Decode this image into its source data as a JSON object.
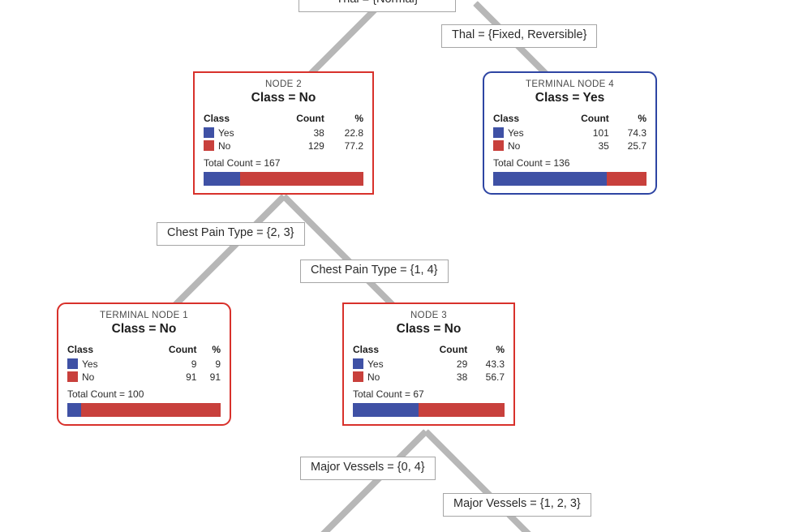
{
  "diagram": {
    "type": "decision-tree",
    "colors": {
      "yes": "#3f51a5",
      "no": "#c8403c",
      "node_border_red": "#d8312b",
      "node_border_blue": "#2e45a3",
      "edge_line": "#b7b7b7",
      "label_border": "#a6a6a6",
      "background": "#ffffff"
    },
    "columns": {
      "class": "Class",
      "count": "Count",
      "pct": "%"
    },
    "total_label_prefix": "Total Count = "
  },
  "edge_labels": [
    {
      "id": "thal-normal",
      "text": "Thal = {Normal}"
    },
    {
      "id": "thal-fixed-rev",
      "text": "Thal = {Fixed, Reversible}"
    },
    {
      "id": "cp-2-3",
      "text": "Chest Pain Type = {2, 3}"
    },
    {
      "id": "cp-1-4",
      "text": "Chest Pain Type = {1, 4}"
    },
    {
      "id": "mv-0-4",
      "text": "Major Vessels = {0, 4}"
    },
    {
      "id": "mv-1-2-3",
      "text": "Major Vessels = {1, 2, 3}"
    }
  ],
  "nodes": [
    {
      "id": "node-2",
      "title": "NODE 2",
      "class_line": "Class = No",
      "terminal": false,
      "rows": [
        {
          "label": "Yes",
          "swatch": "yes",
          "count": "38",
          "pct": "22.8"
        },
        {
          "label": "No",
          "swatch": "no",
          "count": "129",
          "pct": "77.2"
        }
      ],
      "total_count": "167",
      "total_text": "Total Count = 167",
      "bar": {
        "yes_pct": 22.8,
        "no_pct": 77.2
      }
    },
    {
      "id": "terminal-node-4",
      "title": "TERMINAL NODE 4",
      "class_line": "Class = Yes",
      "terminal": true,
      "rows": [
        {
          "label": "Yes",
          "swatch": "yes",
          "count": "101",
          "pct": "74.3"
        },
        {
          "label": "No",
          "swatch": "no",
          "count": "35",
          "pct": "25.7"
        }
      ],
      "total_count": "136",
      "total_text": "Total Count = 136",
      "bar": {
        "yes_pct": 74.3,
        "no_pct": 25.7
      }
    },
    {
      "id": "terminal-node-1",
      "title": "TERMINAL NODE 1",
      "class_line": "Class = No",
      "terminal": true,
      "rows": [
        {
          "label": "Yes",
          "swatch": "yes",
          "count": "9",
          "pct": "9"
        },
        {
          "label": "No",
          "swatch": "no",
          "count": "91",
          "pct": "91"
        }
      ],
      "total_count": "100",
      "total_text": "Total Count = 100",
      "bar": {
        "yes_pct": 9,
        "no_pct": 91
      }
    },
    {
      "id": "node-3",
      "title": "NODE 3",
      "class_line": "Class = No",
      "terminal": false,
      "rows": [
        {
          "label": "Yes",
          "swatch": "yes",
          "count": "29",
          "pct": "43.3"
        },
        {
          "label": "No",
          "swatch": "no",
          "count": "38",
          "pct": "56.7"
        }
      ],
      "total_count": "67",
      "total_text": "Total Count = 67",
      "bar": {
        "yes_pct": 43.3,
        "no_pct": 56.7
      }
    }
  ]
}
